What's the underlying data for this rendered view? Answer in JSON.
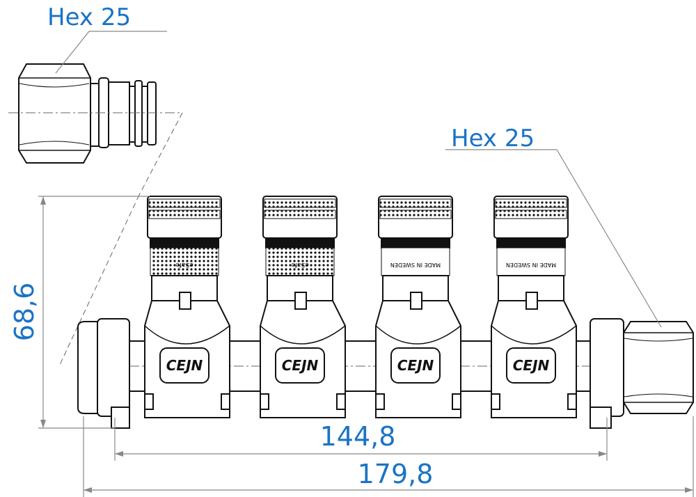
{
  "labels": {
    "hex_top": "Hex 25",
    "hex_right": "Hex 25",
    "dim_height": "68,6",
    "dim_inner": "144,8",
    "dim_outer": "179,8"
  },
  "couplings": [
    {
      "brand": "CEJN",
      "band_text": "eSafe"
    },
    {
      "brand": "CEJN",
      "band_text": "eSafe"
    },
    {
      "brand": "CEJN",
      "band_text": "MADE IN SWEDEN"
    },
    {
      "brand": "CEJN",
      "band_text": "MADE IN SWEDEN"
    }
  ],
  "colors": {
    "dimension": "#1a73c6",
    "line": "#111111",
    "leader": "#888888"
  }
}
